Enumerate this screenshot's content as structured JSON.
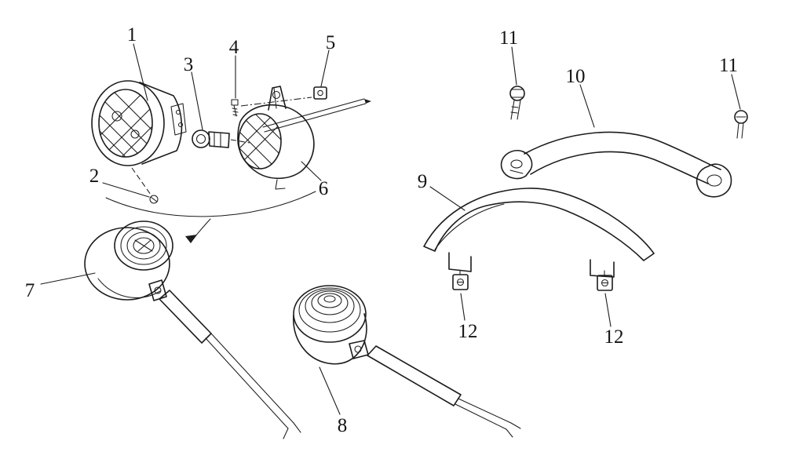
{
  "figure": {
    "type": "exploded-parts-diagram",
    "background_color": "#ffffff",
    "ink_color": "#1c1c1c",
    "callouts": [
      {
        "label": "1"
      },
      {
        "label": "2"
      },
      {
        "label": "3"
      },
      {
        "label": "4"
      },
      {
        "label": "5"
      },
      {
        "label": "6"
      },
      {
        "label": "7"
      },
      {
        "label": "8"
      },
      {
        "label": "9"
      },
      {
        "label": "10"
      },
      {
        "label": "11"
      },
      {
        "label": "11"
      },
      {
        "label": "12"
      },
      {
        "label": "12"
      }
    ]
  }
}
